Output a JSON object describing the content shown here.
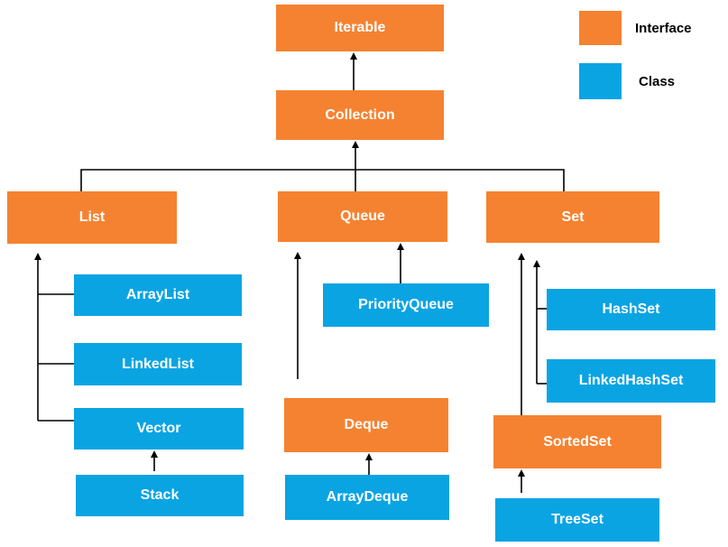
{
  "colors": {
    "interface": "#f58231",
    "class": "#0aa4e3",
    "line": "#000000"
  },
  "legend": {
    "interface_label": "Interface",
    "class_label": "Class"
  },
  "nodes": {
    "iterable": "Iterable",
    "collection": "Collection",
    "list": "List",
    "queue": "Queue",
    "set": "Set",
    "arraylist": "ArrayList",
    "linkedlist": "LinkedList",
    "vector": "Vector",
    "stack": "Stack",
    "priorityqueue": "PriorityQueue",
    "deque": "Deque",
    "arraydeque": "ArrayDeque",
    "hashset": "HashSet",
    "linkedhashset": "LinkedHashSet",
    "sortedset": "SortedSet",
    "treeset": "TreeSet"
  }
}
